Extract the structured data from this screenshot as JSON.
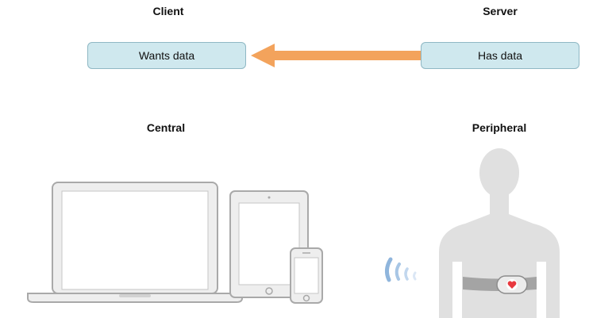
{
  "top": {
    "client_heading": "Client",
    "server_heading": "Server",
    "client_box": "Wants data",
    "server_box": "Has data"
  },
  "bottom": {
    "central_heading": "Central",
    "peripheral_heading": "Peripheral"
  },
  "colors": {
    "box_fill": "#cfe8ee",
    "arrow": "#f3a35c",
    "device_fill": "#e9e9e9",
    "device_stroke": "#a9a9a9",
    "signal": "#8fb5dc",
    "heart": "#e8393f"
  }
}
